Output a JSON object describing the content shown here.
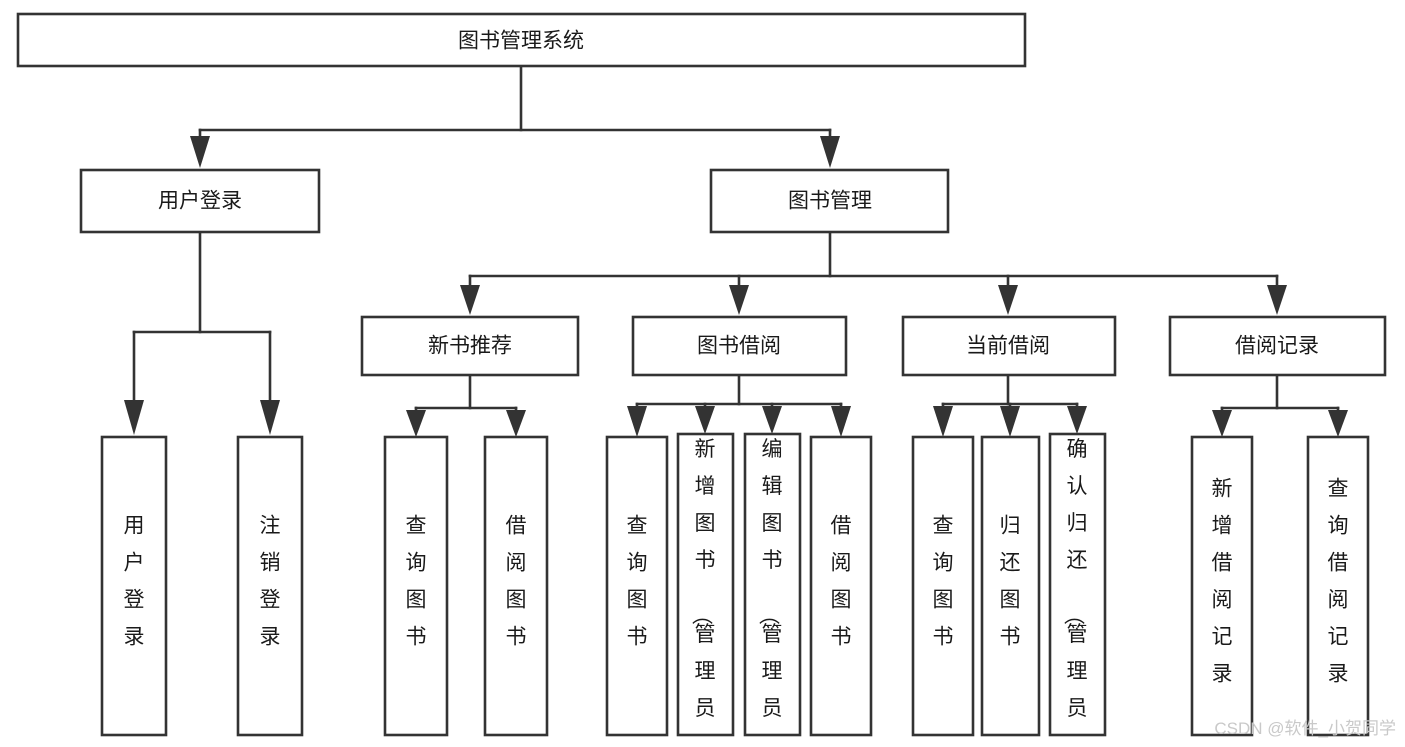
{
  "diagram": {
    "title": "图书管理系统",
    "type": "tree-hierarchy-chart",
    "orientation": "top-down",
    "colors": {
      "box_stroke": "#333333",
      "box_fill": "#ffffff",
      "text": "#1a1a1a",
      "connector": "#333333",
      "watermark": "#c9c9c9",
      "background": "#ffffff"
    },
    "root": {
      "id": "root",
      "label": "图书管理系统",
      "level": 0,
      "orientation": "horizontal"
    },
    "level2": [
      {
        "id": "user-login",
        "label": "用户登录",
        "level": 1,
        "orientation": "horizontal"
      },
      {
        "id": "book-management",
        "label": "图书管理",
        "level": 1,
        "orientation": "horizontal"
      }
    ],
    "level3": [
      {
        "id": "new-book-recommend",
        "label": "新书推荐",
        "level": 2,
        "parent": "book-management",
        "orientation": "horizontal"
      },
      {
        "id": "book-borrow",
        "label": "图书借阅",
        "level": 2,
        "parent": "book-management",
        "orientation": "horizontal"
      },
      {
        "id": "current-borrow",
        "label": "当前借阅",
        "level": 2,
        "parent": "book-management",
        "orientation": "horizontal"
      },
      {
        "id": "borrow-record",
        "label": "借阅记录",
        "level": 2,
        "parent": "book-management",
        "orientation": "horizontal"
      }
    ],
    "leaves": [
      {
        "id": "leaf-user-login",
        "label": "用户登录",
        "parent": "user-login",
        "orientation": "vertical"
      },
      {
        "id": "leaf-logout-login",
        "label": "注销登录",
        "parent": "user-login",
        "orientation": "vertical"
      },
      {
        "id": "leaf-query-book-1",
        "label": "查询图书",
        "parent": "new-book-recommend",
        "orientation": "vertical"
      },
      {
        "id": "leaf-borrow-book-1",
        "label": "借阅图书",
        "parent": "new-book-recommend",
        "orientation": "vertical"
      },
      {
        "id": "leaf-query-book-2",
        "label": "查询图书",
        "parent": "book-borrow",
        "orientation": "vertical"
      },
      {
        "id": "leaf-add-book",
        "label": "新增图书（管理员）",
        "parent": "book-borrow",
        "orientation": "vertical"
      },
      {
        "id": "leaf-edit-book",
        "label": "编辑图书（管理员）",
        "parent": "book-borrow",
        "orientation": "vertical"
      },
      {
        "id": "leaf-borrow-book-2",
        "label": "借阅图书",
        "parent": "book-borrow",
        "orientation": "vertical"
      },
      {
        "id": "leaf-query-book-3",
        "label": "查询图书",
        "parent": "current-borrow",
        "orientation": "vertical"
      },
      {
        "id": "leaf-return-book",
        "label": "归还图书",
        "parent": "current-borrow",
        "orientation": "vertical"
      },
      {
        "id": "leaf-confirm-return",
        "label": "确认归还（管理员）",
        "parent": "current-borrow",
        "orientation": "vertical"
      },
      {
        "id": "leaf-add-record",
        "label": "新增借阅记录",
        "parent": "borrow-record",
        "orientation": "vertical"
      },
      {
        "id": "leaf-query-record",
        "label": "查询借阅记录",
        "parent": "borrow-record",
        "orientation": "vertical"
      }
    ],
    "watermark": "CSDN @软件_小贺同学"
  }
}
